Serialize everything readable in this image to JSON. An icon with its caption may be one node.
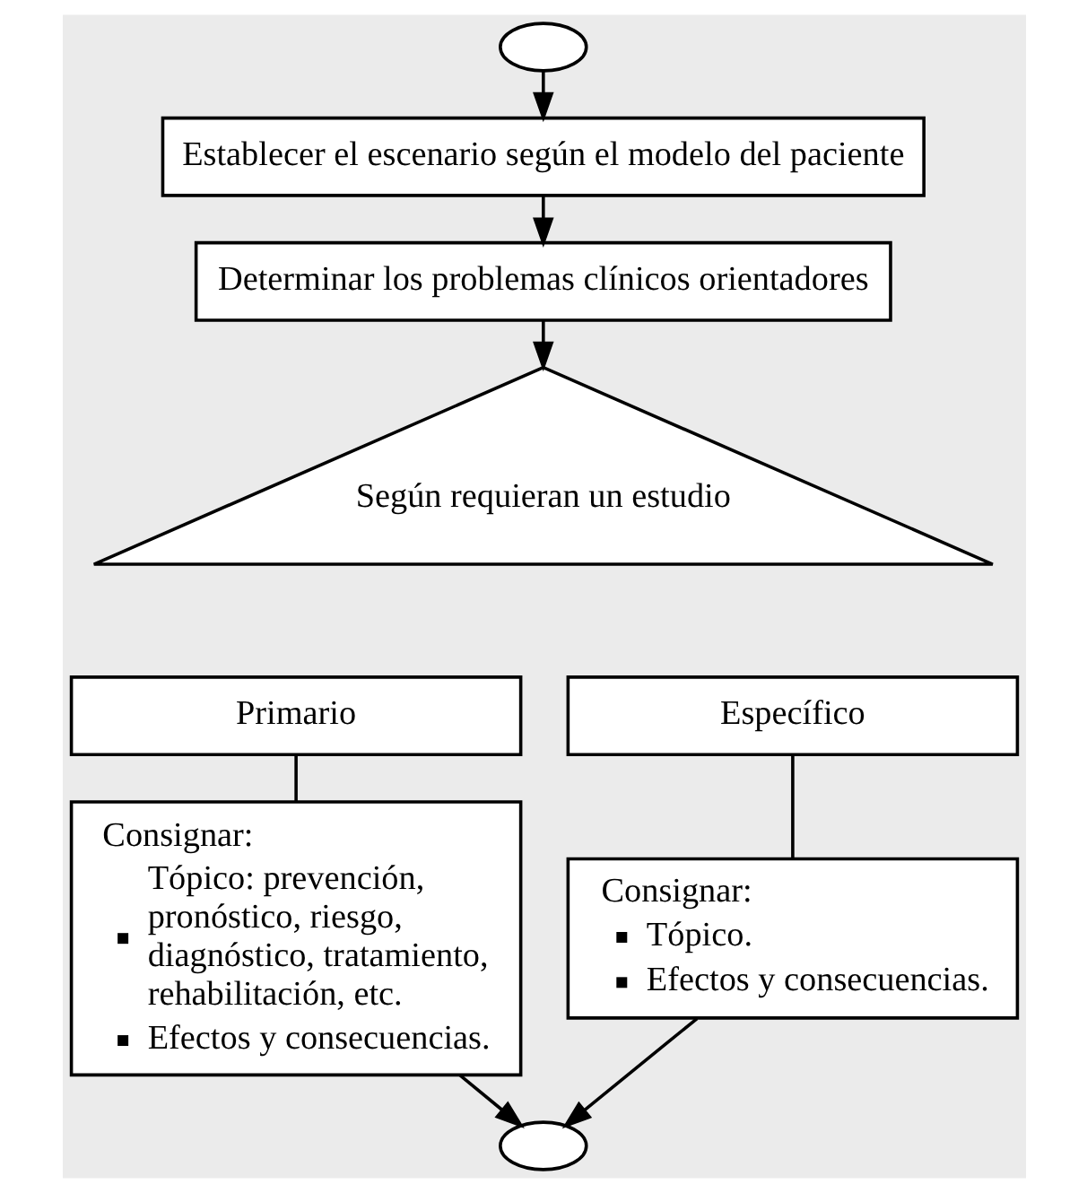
{
  "diagram": {
    "nodes": [
      {
        "text": [],
        "shape": "ellipse"
      },
      {
        "text": [
          "Establecer el escenario según el modelo del paciente"
        ]
      },
      {
        "text": [
          "Determinar los problemas clínicos orientadores"
        ]
      },
      {
        "text": [
          "Según requieran un estudio"
        ]
      },
      {
        "text": [
          "Primario"
        ]
      },
      {
        "text": [
          "Específico"
        ]
      },
      {
        "text": [
          "Consignar:",
          "Tópico: prevención, pronóstico, riesgo, diagnóstico, tratamiento, rehabilitación, etc.",
          "Efectos y consecuencias."
        ]
      },
      {
        "text": [
          "Consignar:",
          "Tópico.",
          "Efectos y consecuencias."
        ]
      },
      {
        "text": [],
        "shape": "ellipse"
      }
    ],
    "edges": [
      {
        "from": 0,
        "to": 1,
        "arrow": "to"
      },
      {
        "from": 1,
        "to": 2,
        "arrow": "to"
      },
      {
        "from": 2,
        "to": 3,
        "arrow": "to"
      },
      {
        "from": 4,
        "to": 6,
        "arrow": "none"
      },
      {
        "from": 5,
        "to": 7,
        "arrow": "none"
      },
      {
        "from": 6,
        "to": 8,
        "arrow": "to"
      },
      {
        "from": 7,
        "to": 8,
        "arrow": "to"
      }
    ]
  }
}
